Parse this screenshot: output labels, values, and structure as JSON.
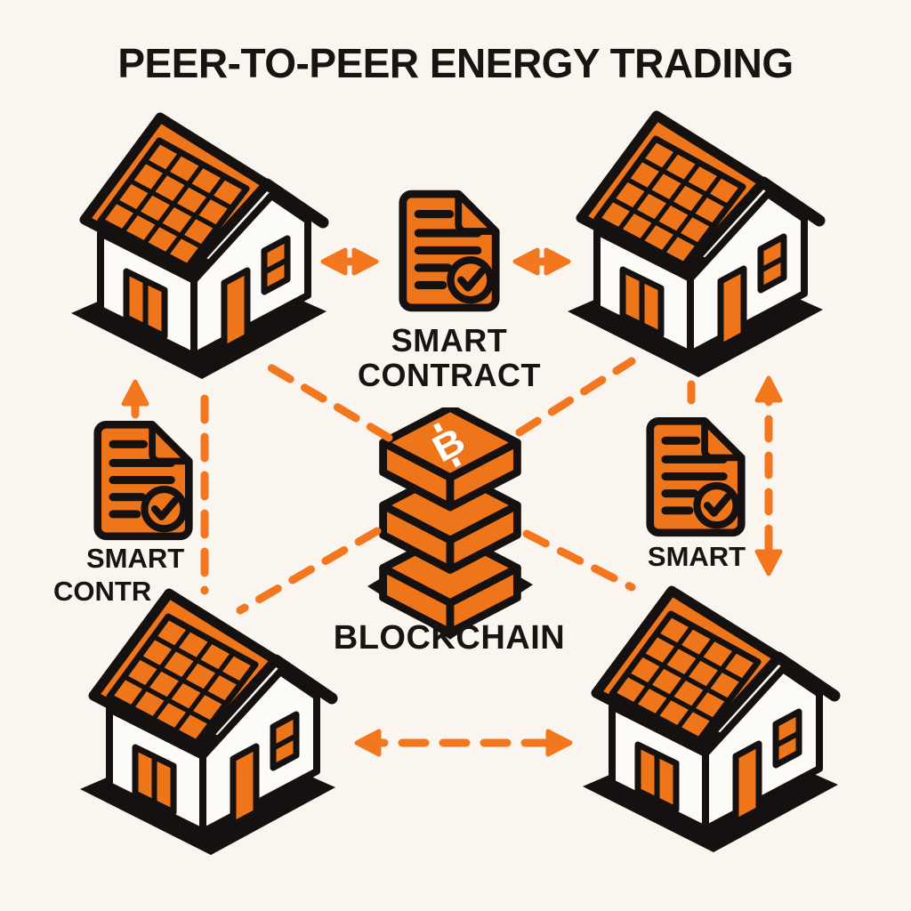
{
  "title": "PEER-TO-PEER ENERGY TRADING",
  "colors": {
    "background": "#FAF6EF",
    "orange_fill": "#EE7519",
    "orange_arrow": "#F2771F",
    "outline_black": "#141110",
    "text_black": "#181411",
    "wall_white": "#FDFBF7"
  },
  "nodes": {
    "top_contract": {
      "line1": "SMART",
      "line2": "CONTRACT"
    },
    "left_contract": {
      "line1": "SMART",
      "line2": "CONTR"
    },
    "right_contract": {
      "line1": "SMART"
    },
    "blockchain": {
      "label": "BLOCKCHAIN"
    },
    "bitcoin_symbol": "B"
  },
  "icons": {
    "house": "solar-house-icon",
    "document": "smart-contract-document-icon",
    "check": "check-icon",
    "blockchain": "blockchain-stack-icon",
    "bitcoin": "bitcoin-symbol-icon"
  }
}
